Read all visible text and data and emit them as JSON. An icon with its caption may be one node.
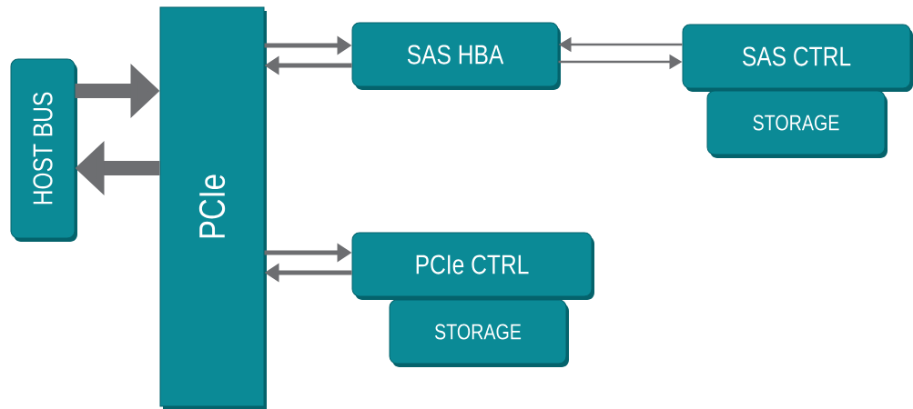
{
  "diagram": {
    "nodes": [
      {
        "text": [
          "HOST BUS"
        ]
      },
      {
        "text": [
          "PCIe"
        ]
      },
      {
        "text": [
          "SAS HBA"
        ]
      },
      {
        "text": [
          "SAS CTRL"
        ]
      },
      {
        "text": [
          "STORAGE"
        ]
      },
      {
        "text": [
          "PCIe CTRL"
        ]
      },
      {
        "text": [
          "STORAGE"
        ]
      }
    ],
    "edges": [
      {
        "from": 0,
        "to": 1,
        "arrow": "to",
        "style": "thick"
      },
      {
        "from": 1,
        "to": 0,
        "arrow": "to",
        "style": "thick"
      },
      {
        "from": 1,
        "to": 2,
        "arrow": "to"
      },
      {
        "from": 2,
        "to": 1,
        "arrow": "to"
      },
      {
        "from": 3,
        "to": 2,
        "arrow": "to"
      },
      {
        "from": 2,
        "to": 3,
        "arrow": "to"
      },
      {
        "from": 1,
        "to": 5,
        "arrow": "to"
      },
      {
        "from": 5,
        "to": 1,
        "arrow": "to"
      }
    ]
  }
}
